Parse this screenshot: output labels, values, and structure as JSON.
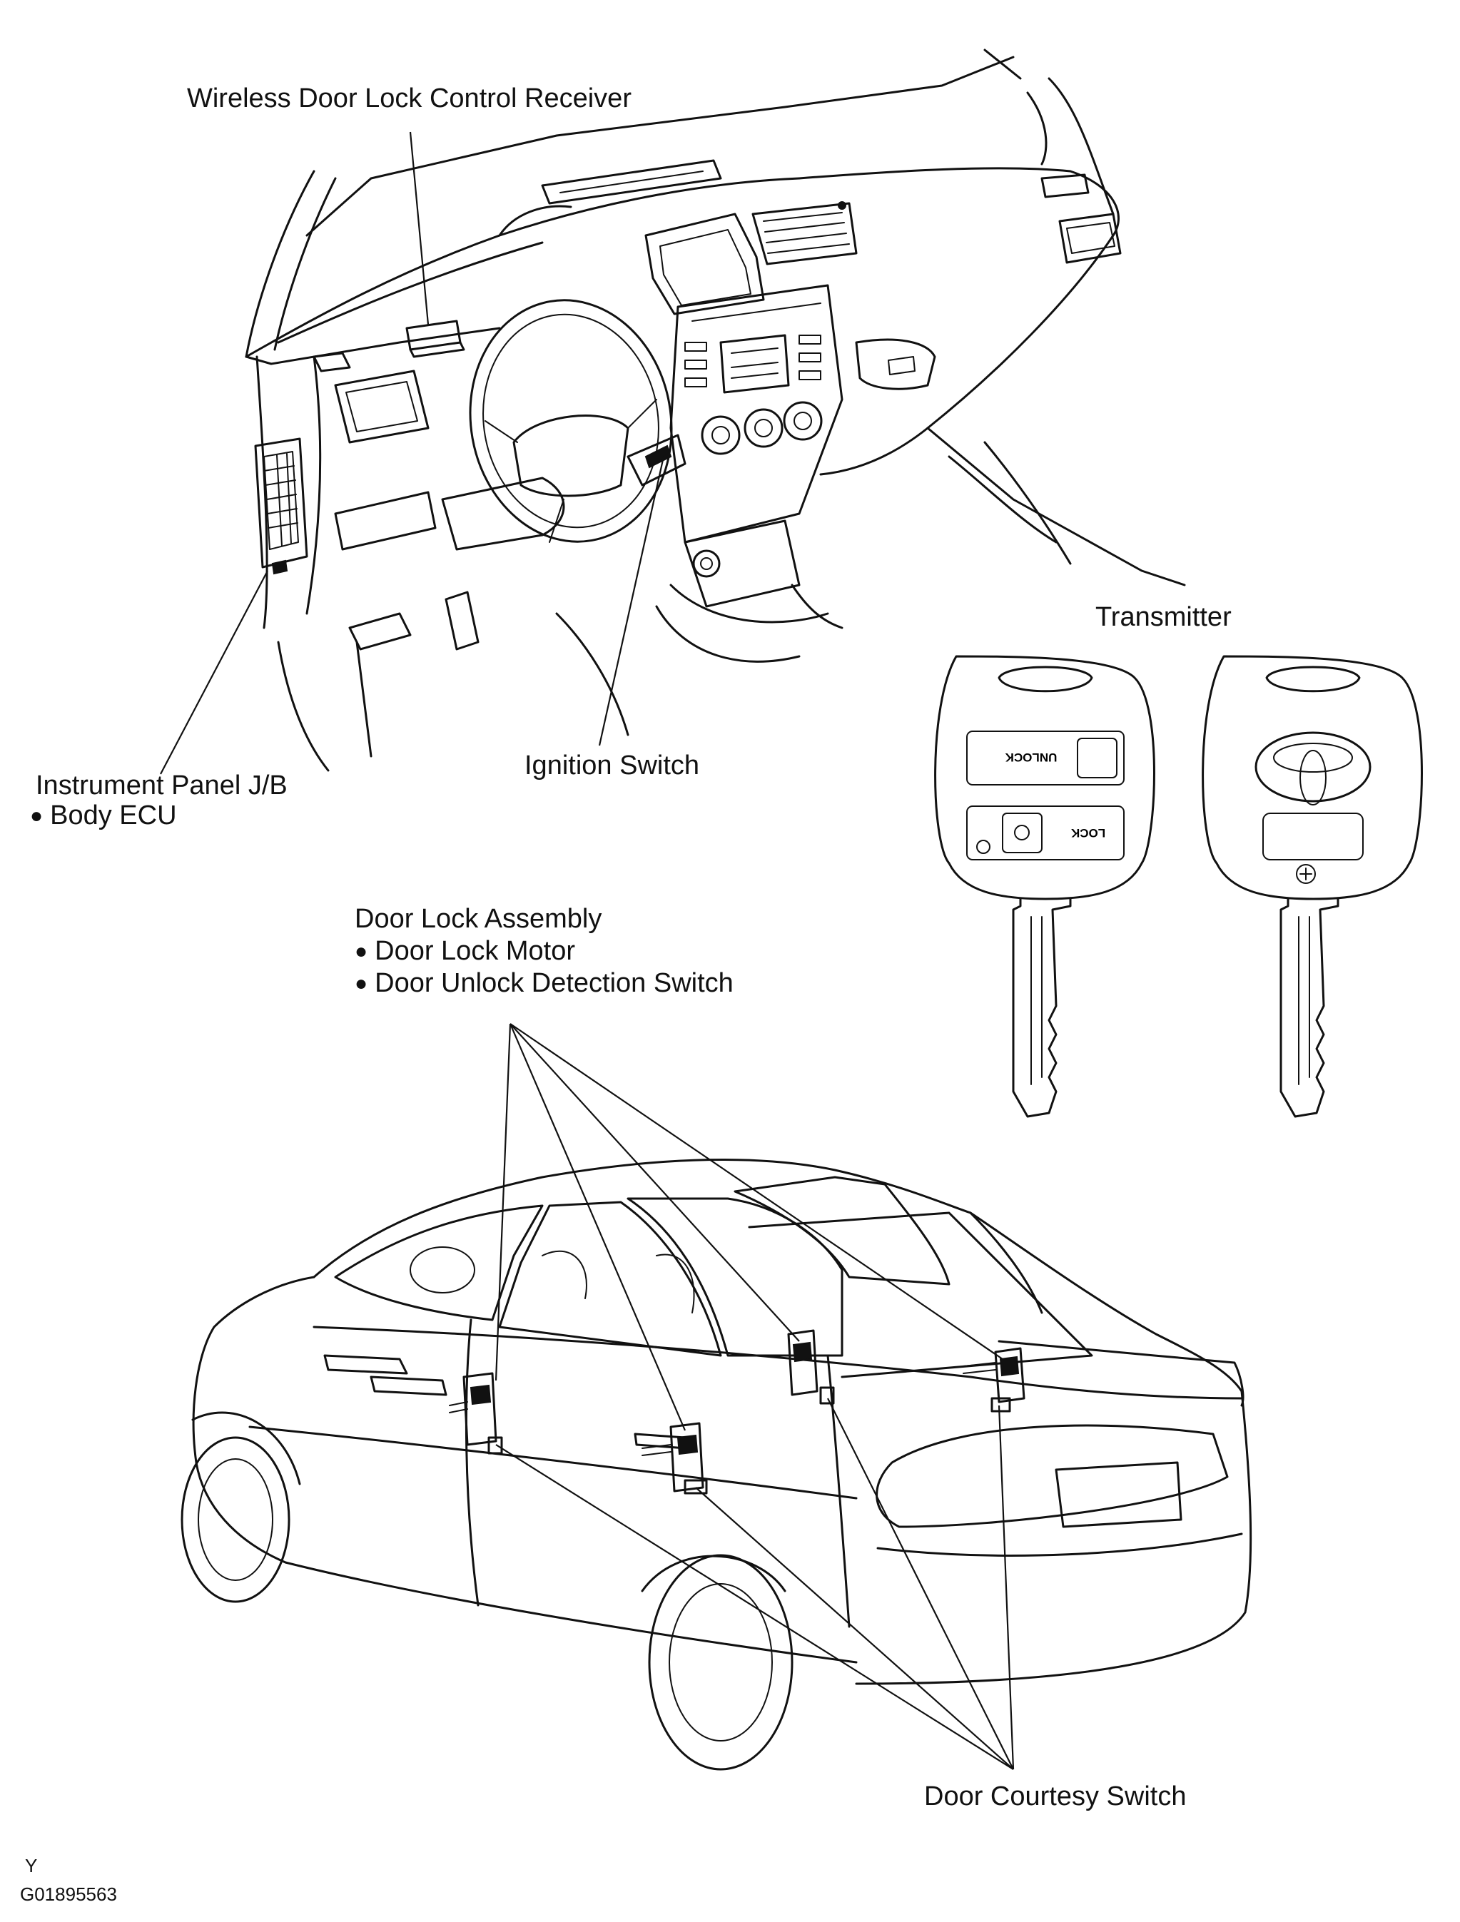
{
  "labels": {
    "wireless_receiver": "Wireless Door Lock Control Receiver",
    "transmitter": "Transmitter",
    "instrument_panel_jb": "Instrument Panel J/B",
    "body_ecu": "Body ECU",
    "ignition_switch": "Ignition Switch",
    "door_lock_assembly": "Door Lock Assembly",
    "door_lock_motor": "Door Lock Motor",
    "door_unlock_detection_switch": "Door Unlock Detection Switch",
    "door_courtesy_switch": "Door Courtesy Switch"
  },
  "transmitter_buttons": {
    "unlock": "UNLOCK",
    "lock": "LOCK"
  },
  "footer": {
    "code_letter": "Y",
    "figure_id": "G01895563"
  },
  "icons": [
    "dashboard-illustration",
    "transmitter-key-icon",
    "toyota-logo-icon",
    "sedan-illustration",
    "door-lock-actuator-icon"
  ]
}
